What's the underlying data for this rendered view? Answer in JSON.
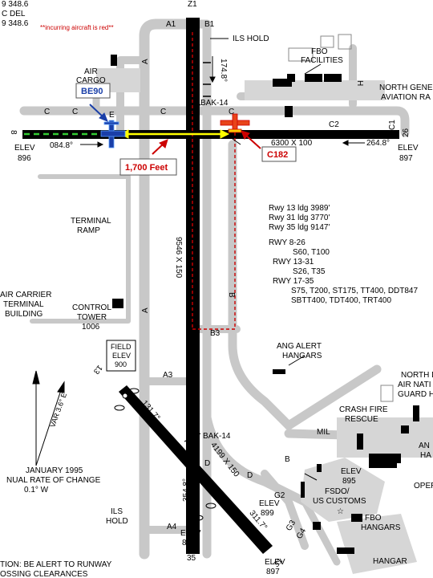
{
  "header": {
    "freq_lines": [
      "9 348.6",
      "C DEL",
      "9 348.6"
    ],
    "incoming_note": "**incurring aircraft is red**"
  },
  "aircraft": {
    "blue_label": "BE90",
    "red_label": "C182",
    "distance_label": "1,700 Feet"
  },
  "runways": {
    "r8_end": "8",
    "r26_end": "26",
    "r35_end": "35",
    "r17_end": "Z1",
    "r13_end": "13",
    "r31_end": "31",
    "dims_8_26": "6300 X 100",
    "dims_17_35": "9546 X 150",
    "dims_13_31": "4199 X 150",
    "hdg_8": "084.8°",
    "hdg_26": "264.8°",
    "hdg_17": "174.8°",
    "hdg_35": "354.8°",
    "hdg_13": "131.7°",
    "hdg_31": "311.7°"
  },
  "elevations": {
    "elev_w": [
      "ELEV",
      "896"
    ],
    "elev_e": [
      "ELEV",
      "897"
    ],
    "elev_895": [
      "ELEV",
      "895"
    ],
    "elev_899": [
      "ELEV",
      "899"
    ],
    "elev_898": [
      "ELEV",
      "898"
    ],
    "elev_897b": [
      "ELEV",
      "897"
    ],
    "field_elev": [
      "FIELD",
      "ELEV",
      "900"
    ]
  },
  "labels": {
    "ils_hold_top": "ILS HOLD",
    "ils_hold_bottom": [
      "ILS",
      "HOLD"
    ],
    "fbo_facilities": [
      "FBO",
      "FACILITIES"
    ],
    "north_gen": [
      "NORTH GENE",
      "AVIATION RA"
    ],
    "air_cargo": [
      "AIR",
      "CARGO"
    ],
    "bak_14_top": "BAK-14",
    "bak_14_bottom": "BAK-14",
    "terminal_ramp": [
      "TERMINAL",
      "RAMP"
    ],
    "air_carrier": [
      "AIR CARRIER",
      "TERMINAL",
      "BUILDING"
    ],
    "control_tower": [
      "CONTROL",
      "TOWER",
      "1006"
    ],
    "ang_alert": [
      "ANG ALERT",
      "HANGARS"
    ],
    "north_dakota": [
      "NORTH D",
      "AIR NATI",
      "GUARD H"
    ],
    "crash_fire": [
      "CRASH FIRE",
      "RESCUE"
    ],
    "mil": "MIL",
    "fsdo": [
      "FSDO/",
      "US CUSTOMS"
    ],
    "fbo_hangars": [
      "FBO",
      "HANGARS"
    ],
    "hangar": "HANGAR",
    "var": "VAR 3.6° E",
    "january": [
      "JANUARY 1995",
      "NUAL RATE OF CHANGE",
      "0.1° W"
    ],
    "caution": [
      "TION: BE ALERT TO RUNWAY",
      "OSSING CLEARANCES"
    ],
    "oper": "OPER",
    "an_1": "AN",
    "an_2": "HA"
  },
  "taxiways": {
    "A1": "A1",
    "B1": "B1",
    "A3": "A3",
    "A4": "A4",
    "B3": "B3",
    "C1": "C1",
    "C2": "C2",
    "G2": "G2",
    "G3": "G3",
    "G4": "G4",
    "A": "A",
    "B": "B",
    "C": "C",
    "D": "D",
    "H": "H",
    "E": "E"
  },
  "ldg_info": {
    "lines": [
      "Rwy 13 ldg 3989'",
      "Rwy 31 ldg 3770'",
      "Rwy 35 ldg 9147'"
    ],
    "strength_title_1": "RWY 8-26",
    "strength_val_1": "S60, T100",
    "strength_title_2": "RWY 13-31",
    "strength_val_2": "S26, T35",
    "strength_title_3": "RWY 17-35",
    "strength_val_3": "S75, T200, ST175, TT400, DDT847",
    "strength_val_4": "SBTT400, TDT400, TRT400"
  },
  "colors": {
    "runway": "#000000",
    "taxiway": "#c8c8c8",
    "incoming": "#cc0000",
    "blue_aircraft": "#1a3fa8",
    "centerline_green": "#33cc33",
    "measure_yellow": "#ffff00"
  }
}
